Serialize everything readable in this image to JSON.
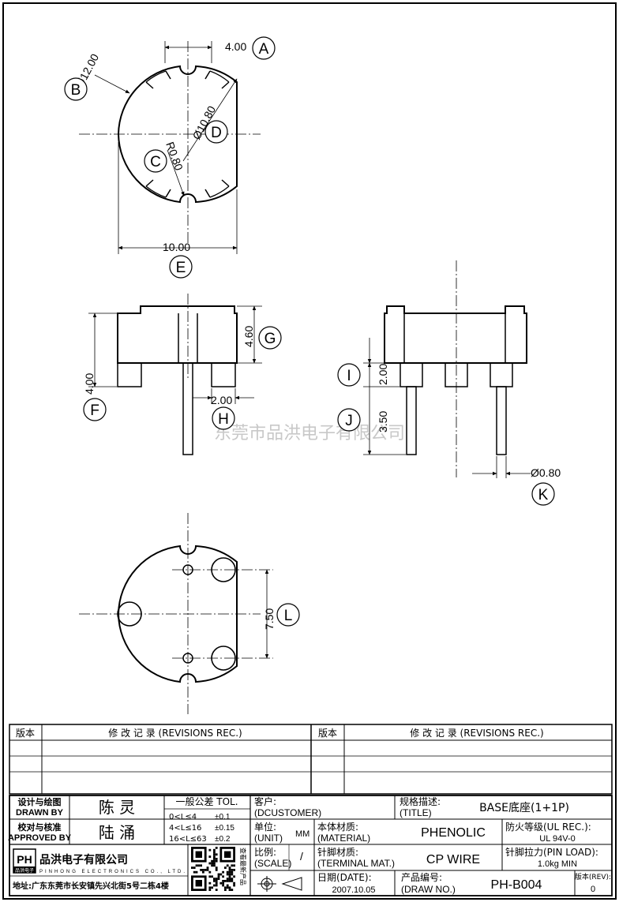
{
  "drawing": {
    "watermark": "东莞市品洪电子有限公司",
    "dims": {
      "a": "4.00",
      "b": "Ø12.00",
      "c": "R0.80",
      "d": "Ø10.80",
      "e": "10.00",
      "f": "4.00",
      "g": "4.60",
      "h": "2.00",
      "i": "2.00",
      "j": "3.50",
      "k": "Ø0.80",
      "l": "7.50"
    },
    "callouts": {
      "a": "A",
      "b": "B",
      "c": "C",
      "d": "D",
      "e": "E",
      "f": "F",
      "g": "G",
      "h": "H",
      "i": "I",
      "j": "J",
      "k": "K",
      "l": "L"
    }
  },
  "revisions": {
    "col_version": "版本",
    "col_record": "修 改 记 录 (REVISIONS REC.)"
  },
  "title_block": {
    "designer_label_cn": "设计与绘图",
    "designer_label_en": "DRAWN BY",
    "designer": "陈 灵",
    "approver_label_cn": "校对与核准",
    "approver_label_en": "APPROVED BY",
    "approver": "陆 涌",
    "tol_title": "一般公差 TOL.",
    "tol_rows": [
      {
        "range": "0<L≤4",
        "value": "±0.1"
      },
      {
        "range": "4<L≤16",
        "value": "±0.15"
      },
      {
        "range": "16<L≤63",
        "value": "±0.2"
      }
    ],
    "customer_cn": "客户:",
    "customer_en": "(DCUSTOMER)",
    "title_cn": "规格描述:",
    "title_en": "(TITLE)",
    "title_value": "BASE底座(1+1P)",
    "unit_cn": "单位:",
    "unit_en": "(UNIT)",
    "unit_value": "MM",
    "material_cn": "本体材质:",
    "material_en": "(MATERIAL)",
    "material_value": "PHENOLIC",
    "ul_cn": "防火等级(UL REC.):",
    "ul_value": "UL 94V-0",
    "scale_cn": "比例:",
    "scale_en": "(SCALE)",
    "scale_value": "/",
    "terminal_cn": "针脚材质:",
    "terminal_en": "(TERMINAL MAT.)",
    "terminal_value": "CP WIRE",
    "pin_load_cn": "针脚拉力(PIN LOAD):",
    "pin_load_value": "1.0kg MIN",
    "date_cn": "日期(DATE):",
    "date_value": "2007.10.05",
    "draw_no_cn": "产品编号:",
    "draw_no_en": "(DRAW NO.)",
    "draw_no_value": "PH-B004",
    "rev_label": "版本(REV):",
    "rev_value": "0",
    "company_logo": "PH",
    "company_logo_sub": "品洪电子",
    "company_cn": "品洪电子有限公司",
    "company_en": "PINHONG ELECTRONICS CO., LTD.",
    "qr_side": "查看最新产品",
    "address": "地址:广东东莞市长安镇先兴北街5号二栋4楼"
  }
}
